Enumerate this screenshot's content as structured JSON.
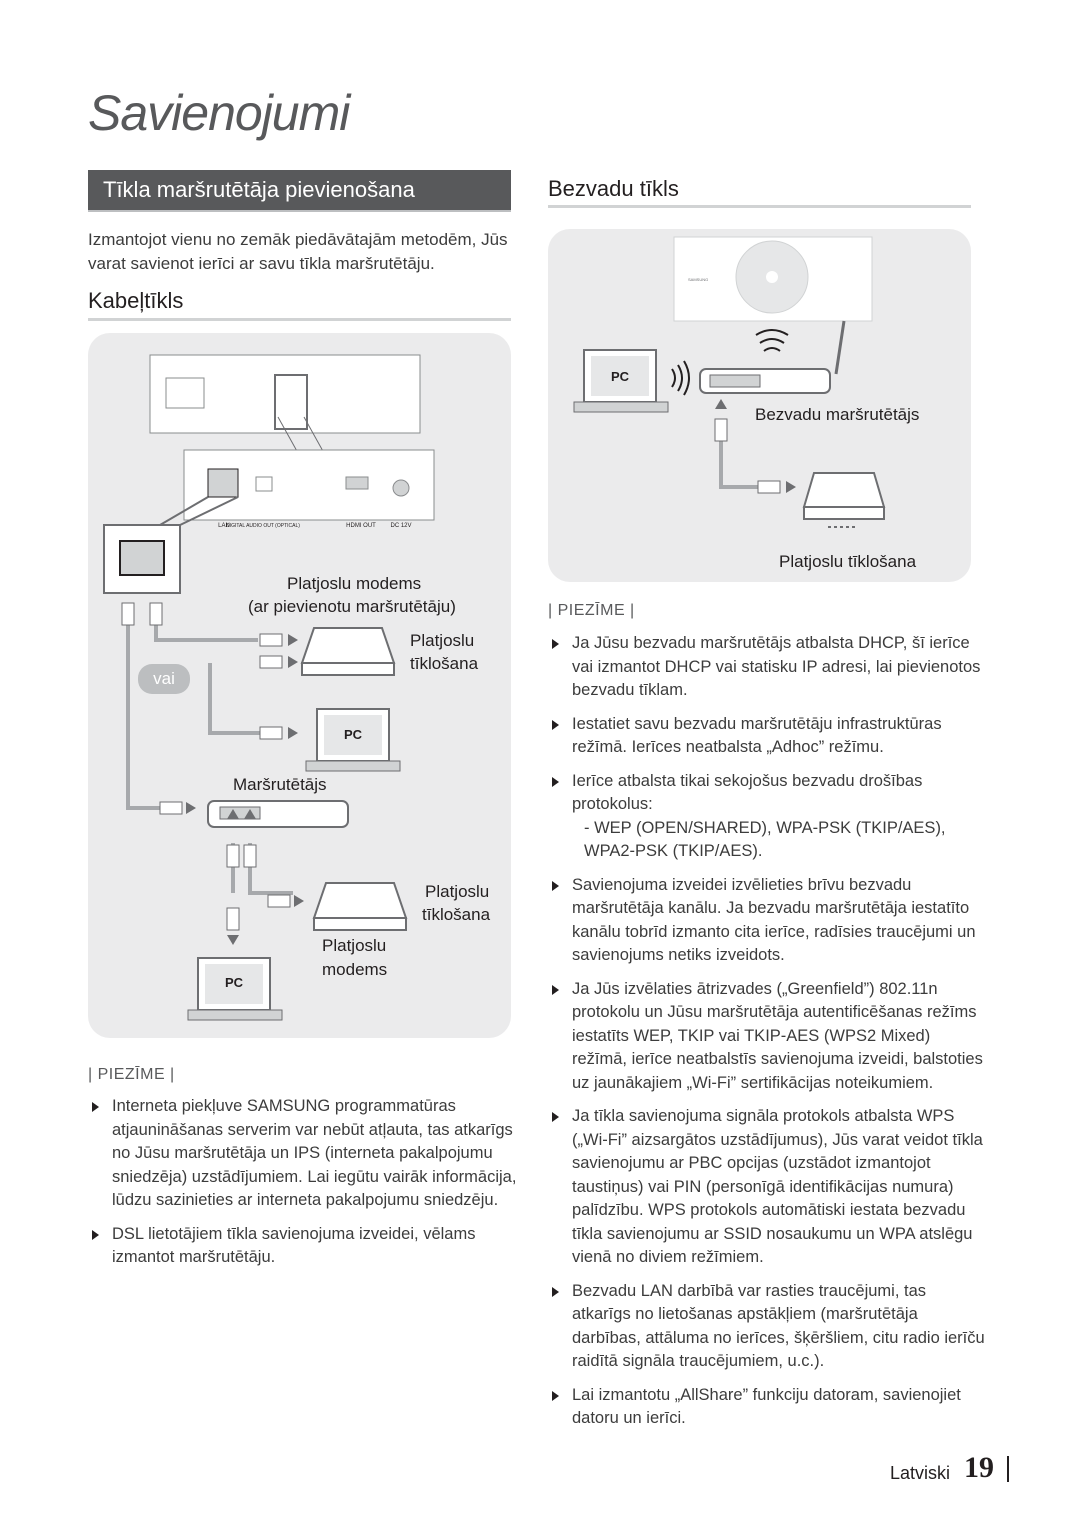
{
  "chapter_title": "Savienojumi",
  "section_title": "Tīkla maršrutētāja pievienošana",
  "intro": "Izmantojot vienu no zemāk piedāvātajām metodēm, Jūs varat savienot ierīci ar savu tīkla maršrutētāju.",
  "wired": {
    "heading": "Kabeļtīkls",
    "diagram": {
      "port_labels": [
        "LAN",
        "DIGITAL AUDIO OUT (OPTICAL)",
        "HDMI OUT",
        "DC 12V"
      ],
      "broadband_modem_router": "Platjoslu modems",
      "broadband_modem_router_2": "(ar pievienotu maršrutētāju)",
      "broadband_service_1": "Platjoslu",
      "broadband_service_2": "tīklošana",
      "or_label": "vai",
      "pc_label": "PC",
      "router_label": "Maršrutētājs",
      "broadband_service_b1": "Platjoslu",
      "broadband_service_b2": "tīklošana",
      "broadband_modem_1": "Platjoslu",
      "broadband_modem_2": "modems",
      "pc_label_2": "PC"
    },
    "note_head": "| PIEZĪME |",
    "notes": [
      "Interneta piekļuve SAMSUNG programmatūras atjaunināšanas serverim var nebūt atļauta, tas atkarīgs no Jūsu maršrutētāja un IPS (interneta pakalpojumu sniedzēja) uzstādījumiem. Lai iegūtu vairāk informācija, lūdzu sazinieties ar interneta pakalpojumu sniedzēju.",
      "DSL lietotājiem tīkla savienojuma izveidei, vēlams izmantot maršrutētāju."
    ]
  },
  "wireless": {
    "heading": "Bezvadu tīkls",
    "diagram": {
      "brand": "SAMSUNG",
      "pc_label": "PC",
      "router_label": "Bezvadu maršrutētājs",
      "broadband_label": "Platjoslu tīklošana"
    },
    "note_head": "| PIEZĪME |",
    "notes": [
      "Ja Jūsu bezvadu maršrutētājs atbalsta DHCP, šī ierīce vai izmantot DHCP vai statisku IP adresi, lai pievienotos bezvadu tīklam.",
      "Iestatiet savu bezvadu maršrutētāju infrastruktūras režīmā. Ierīces neatbalsta „Adhoc” režīmu.",
      "Ierīce atbalsta tikai sekojošus bezvadu drošības protokolus:",
      "Savienojuma izveidei izvēlieties brīvu bezvadu maršrutētāja kanālu. Ja bezvadu maršrutētāja iestatīto kanālu tobrīd izmanto cita ierīce, radīsies traucējumi un savienojums netiks izveidots.",
      "Ja Jūs izvēlaties ātrizvades („Greenfield”) 802.11n protokolu un Jūsu maršrutētāja autentificēšanas režīms iestatīts WEP, TKIP vai TKIP-AES (WPS2 Mixed) režīmā, ierīce neatbalstīs savienojuma izveidi, balstoties uz jaunākajiem „Wi-Fi” sertifikācijas noteikumiem.",
      "Ja tīkla savienojuma signāla protokols atbalsta WPS („Wi-Fi” aizsargātos uzstādījumus), Jūs varat veidot tīkla savienojumu ar PBC opcijas (uzstādot izmantojot taustiņus) vai PIN (personīgā identifikācijas numura) palīdzību. WPS protokols automātiski iestata bezvadu tīkla savienojumu ar SSID nosaukumu un WPA atslēgu vienā no diviem režīmiem.",
      "Bezvadu LAN darbībā var rasties traucējumi, tas atkarīgs no lietošanas apstākļiem (maršrutētāja darbības, attāluma no ierīces, šķēršliem, citu radio ierīču raidītā signāla traucējumiem, u.c.).",
      "Lai izmantotu „AllShare” funkciju datoram, savienojiet datoru un ierīci."
    ],
    "security_sub": "- WEP (OPEN/SHARED), WPA-PSK (TKIP/AES), WPA2-PSK (TKIP/AES)."
  },
  "footer": {
    "language": "Latviski",
    "page_number": "19"
  }
}
